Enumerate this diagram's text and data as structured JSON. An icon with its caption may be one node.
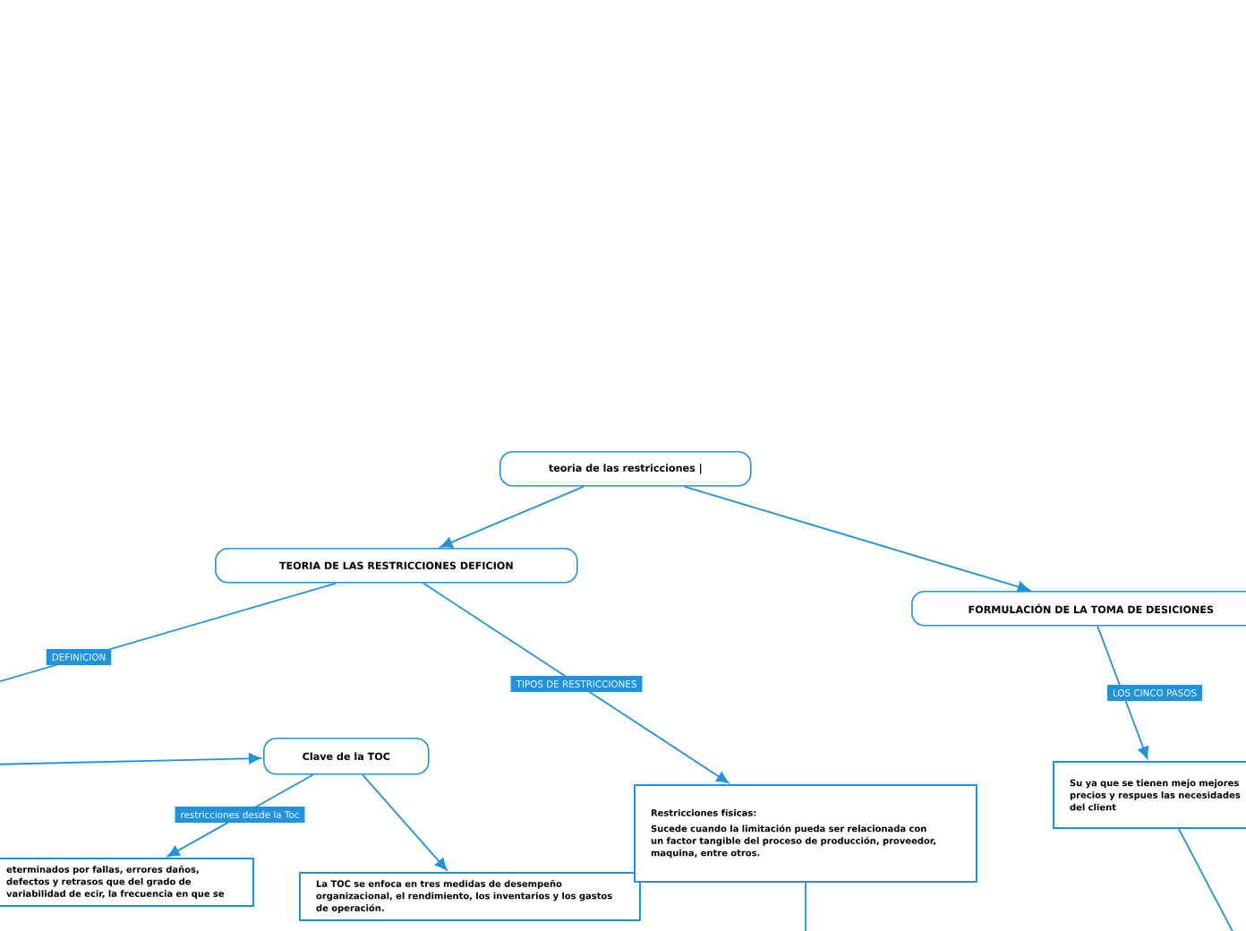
{
  "diagram": {
    "nodes": [
      {
        "text": [
          "teoria de las restricciones |"
        ]
      },
      {
        "text": [
          "TEORIA DE LAS RESTRICCIONES DEFICION"
        ]
      },
      {
        "text": [
          "FORMULACIÓN DE LA TOMA DE DESICIONES"
        ]
      },
      {
        "text": [
          "Clave de la TOC"
        ]
      },
      {
        "text": [
          "eterminados por fallas, errores daños, defectos y retrasos que del grado de variabilidad de ecir, la frecuencia en que se"
        ]
      },
      {
        "text": [
          "La TOC se enfoca en tres medidas de desempeño organizacional, el rendimiento, los inventarios y los gastos de operación."
        ]
      },
      {
        "text": [
          "Restricciones físicas:",
          "Sucede cuando la limitación pueda ser relacionada con un factor tangible del proceso de producción, proveedor, maquina, entre otros."
        ]
      },
      {
        "text": [
          "Su ya que se tienen mejo mejores precios y respues las necesidades del client"
        ]
      }
    ],
    "edges": [
      {
        "from": 0,
        "to": 1,
        "arrow": "to"
      },
      {
        "from": 0,
        "to": 2,
        "arrow": "to"
      },
      {
        "from": 1,
        "to": null,
        "arrow": "none",
        "label": "DEFINICION"
      },
      {
        "from": null,
        "to": 3,
        "arrow": "to"
      },
      {
        "from": 1,
        "to": 6,
        "arrow": "to",
        "label": "TIPOS DE RESTRICCIONES"
      },
      {
        "from": 3,
        "to": 4,
        "arrow": "to",
        "label": "restricciones desde la Toc"
      },
      {
        "from": 3,
        "to": 5,
        "arrow": "to"
      },
      {
        "from": 2,
        "to": 7,
        "arrow": "to",
        "label": "LOS CINCO PASOS"
      },
      {
        "from": 6,
        "to": null,
        "arrow": "none"
      },
      {
        "from": 7,
        "to": null,
        "arrow": "none"
      }
    ]
  }
}
